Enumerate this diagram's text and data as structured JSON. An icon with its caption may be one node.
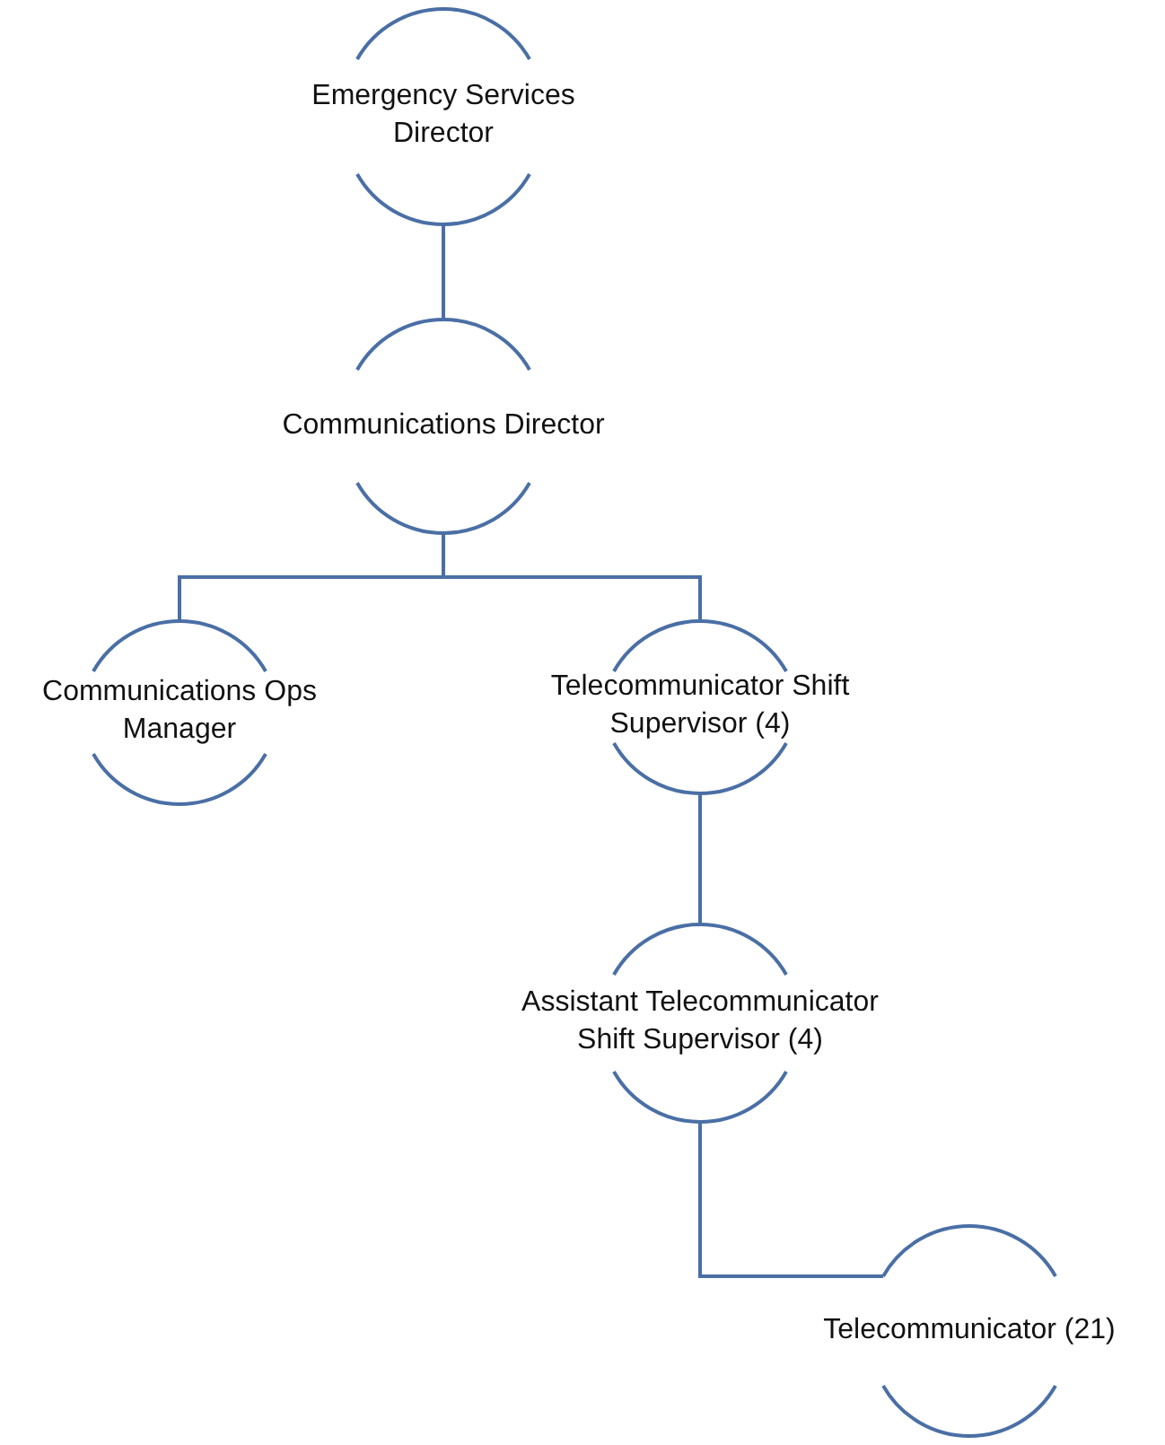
{
  "diagram": {
    "nodes": [
      {
        "text": [
          "Emergency Services Director"
        ]
      },
      {
        "text": [
          "Communications Director"
        ]
      },
      {
        "text": [
          "Communications Ops Manager"
        ]
      },
      {
        "text": [
          "Telecommunicator Shift Supervisor (4)"
        ]
      },
      {
        "text": [
          "Assistant Telecommunicator Shift Supervisor (4)"
        ]
      },
      {
        "text": [
          "Telecommunicator (21)"
        ]
      }
    ],
    "edges": [
      {
        "from": 0,
        "to": 1,
        "arrow": "none"
      },
      {
        "from": 1,
        "to": 2,
        "arrow": "none"
      },
      {
        "from": 1,
        "to": 3,
        "arrow": "none"
      },
      {
        "from": 3,
        "to": 4,
        "arrow": "none"
      },
      {
        "from": 4,
        "to": 5,
        "arrow": "none"
      }
    ]
  }
}
